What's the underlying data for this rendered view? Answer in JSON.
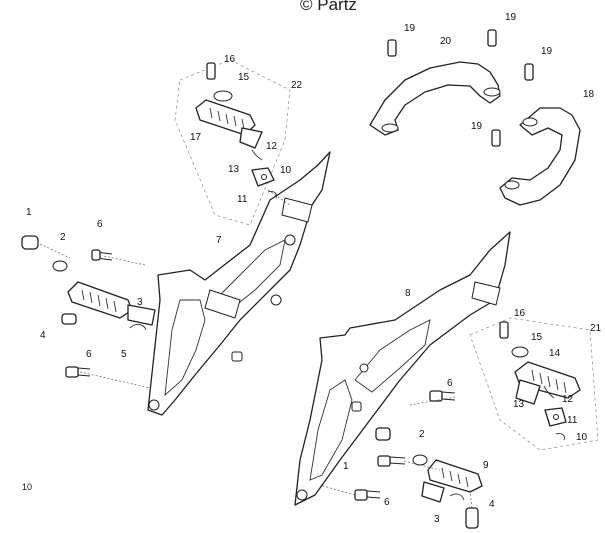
{
  "watermark": "© Partz",
  "corner_mark": "10",
  "callouts": {
    "l1": "1",
    "l2": "2",
    "l3": "3",
    "l4": "4",
    "l5": "5",
    "l6a": "6",
    "l6b": "6",
    "l7": "7",
    "l8": "8",
    "u16": "16",
    "u15": "15",
    "u22": "22",
    "u17": "17",
    "u12": "12",
    "u13": "13",
    "u10": "10",
    "u11": "11",
    "g19a": "19",
    "g20": "20",
    "g19b": "19",
    "g19c": "19",
    "g18": "18",
    "g19d": "19",
    "r16": "16",
    "r15": "15",
    "r21": "21",
    "r14": "14",
    "r13": "13",
    "r12": "12",
    "r11": "11",
    "r10": "10",
    "r6a": "6",
    "r2": "2",
    "r1": "1",
    "r6b": "6",
    "r9": "9",
    "r4": "4",
    "r3": "3"
  }
}
